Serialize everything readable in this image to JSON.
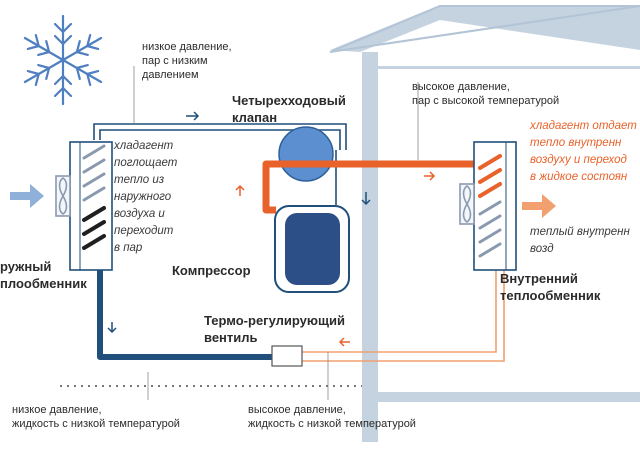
{
  "labels": {
    "top_left_low": "низкое давление,\nпар с низким\nдавлением",
    "valve_4way": "Четырехходовый\nклапан",
    "top_right_high": "высокое давление,\nпар с высокой температурой",
    "outdoor_text": "хладагент\nпоглощает\nтепло из\nнаружного\nвоздуха и\nпереходит\nв пар",
    "outdoor_hx": "ружный\nплообменник",
    "compressor": "Компрессор",
    "indoor_text": "хладагент отдает\nтепло внутренн\nвоздуху и переход\nв жидкое состоян",
    "warm_air": "теплый внутренн\nвозд",
    "indoor_hx": "Внутренний\nтеплообменник",
    "thermo_valve": "Термо-регулирующий\nвентиль",
    "bottom_left": "низкое давление,\nжидкость с низкой температурой",
    "bottom_mid": "высокое давление,\nжидкость с низкой температурой"
  },
  "colors": {
    "pipe_cold": "#1f4f7a",
    "pipe_hot": "#e8622a",
    "pipe_warm": "#f2a070",
    "house": "#c5d3e0",
    "snow": "#4f7fc0"
  },
  "icons": {
    "snowflake": "snowflake-icon",
    "fan": "fan-icon"
  }
}
